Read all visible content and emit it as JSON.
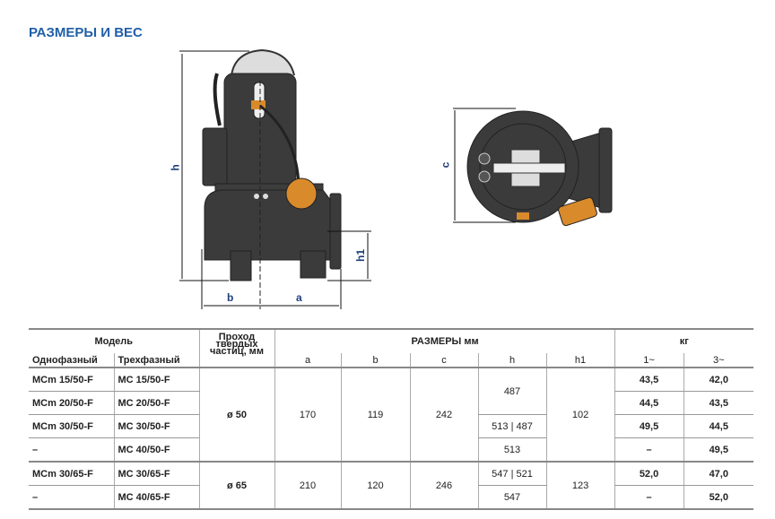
{
  "title": "РАЗМЕРЫ И ВЕС",
  "drawing_labels": {
    "h": "h",
    "h1": "h1",
    "a": "a",
    "b": "b",
    "c": "c"
  },
  "table": {
    "model_header": "Модель",
    "single_phase": "Однофазный",
    "three_phase": "Трехфазный",
    "passage_header": "Проход твердых частиц, мм",
    "dims_header": "РАЗМЕРЫ мм",
    "weight_header": "кг",
    "cols": {
      "a": "a",
      "b": "b",
      "c": "c",
      "h": "h",
      "h1": "h1",
      "w1": "1~",
      "w3": "3~"
    },
    "rows": [
      {
        "m1": "MCm 15/50-F",
        "m3": "MC 15/50-F",
        "w1": "43,5",
        "w3": "42,0"
      },
      {
        "m1": "MCm 20/50-F",
        "m3": "MC 20/50-F",
        "w1": "44,5",
        "w3": "43,5"
      },
      {
        "m1": "MCm 30/50-F",
        "m3": "MC 30/50-F",
        "w1": "49,5",
        "w3": "44,5"
      },
      {
        "m1": "–",
        "m3": "MC 40/50-F",
        "w1": "–",
        "w3": "49,5"
      },
      {
        "m1": "MCm 30/65-F",
        "m3": "MC 30/65-F",
        "w1": "52,0",
        "w3": "47,0"
      },
      {
        "m1": "–",
        "m3": "MC 40/65-F",
        "w1": "–",
        "w3": "52,0"
      }
    ],
    "group50": {
      "passage": "ø 50",
      "a": "170",
      "b": "119",
      "c": "242",
      "h_a": "487",
      "h_b": "513 | 487",
      "h_c": "513",
      "h1": "102"
    },
    "group65": {
      "passage": "ø 65",
      "a": "210",
      "b": "120",
      "c": "246",
      "h_a": "547 | 521",
      "h_b": "547",
      "h1": "123"
    }
  }
}
